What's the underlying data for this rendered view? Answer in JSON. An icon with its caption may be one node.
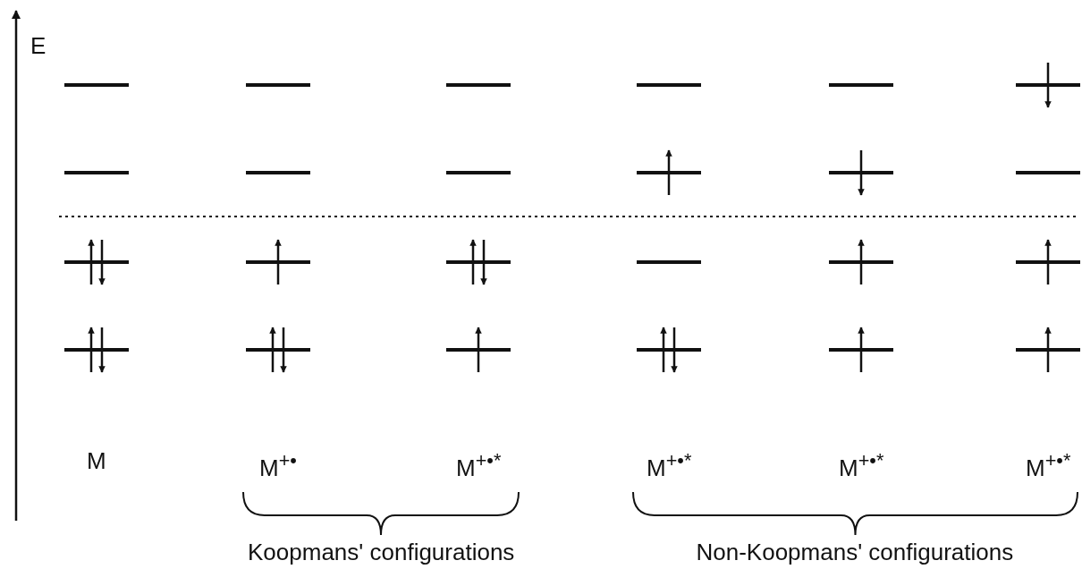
{
  "diagram": {
    "labels": [
      "E",
      "M",
      "M$^{+•}$",
      "M$^{+•*}$",
      "M$^{+•*}$",
      "M$^{+•*}$",
      "M$^{+•*}$",
      "Koopmans' configurations",
      "Non-Koopmans' configurations"
    ]
  }
}
